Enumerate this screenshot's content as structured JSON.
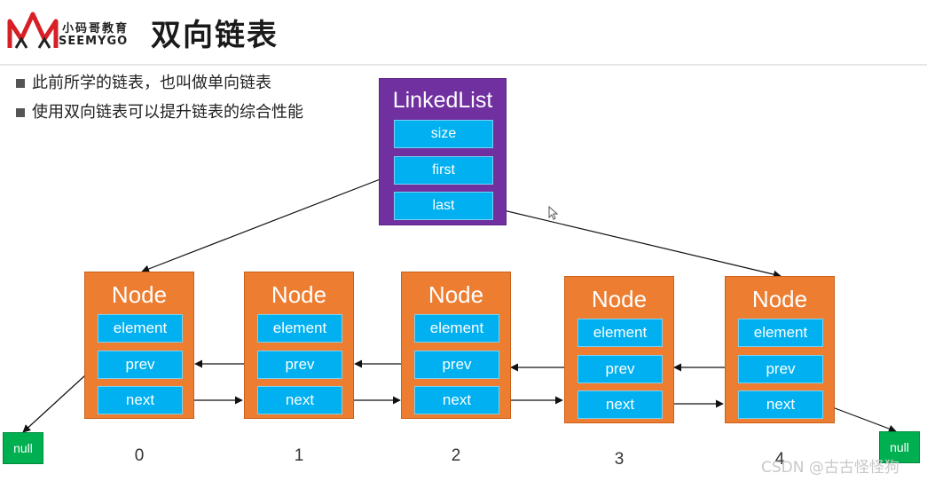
{
  "header": {
    "logo_cn": "小码哥教育",
    "logo_en": "SEEMYGO",
    "title": "双向链表"
  },
  "bullets": [
    "此前所学的链表，也叫做单向链表",
    "使用双向链表可以提升链表的综合性能"
  ],
  "linked_list": {
    "title": "LinkedList",
    "fields": [
      "size",
      "first",
      "last"
    ]
  },
  "nodes": [
    {
      "title": "Node",
      "fields": [
        "element",
        "prev",
        "next"
      ],
      "index": "0"
    },
    {
      "title": "Node",
      "fields": [
        "element",
        "prev",
        "next"
      ],
      "index": "1"
    },
    {
      "title": "Node",
      "fields": [
        "element",
        "prev",
        "next"
      ],
      "index": "2"
    },
    {
      "title": "Node",
      "fields": [
        "element",
        "prev",
        "next"
      ],
      "index": "3"
    },
    {
      "title": "Node",
      "fields": [
        "element",
        "prev",
        "next"
      ],
      "index": "4"
    }
  ],
  "null_labels": [
    "null",
    "null"
  ],
  "watermark": "CSDN @古古怪怪狗",
  "colors": {
    "linked_list_box": "#7030a0",
    "node_box": "#ed7d31",
    "field_box": "#00b0f0",
    "null_box": "#00b050"
  }
}
